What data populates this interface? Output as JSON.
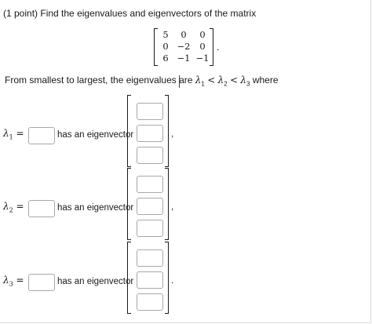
{
  "problem": {
    "points": "(1 point)",
    "statement": "Find the eigenvalues and eigenvectors of the matrix"
  },
  "matrix": {
    "rows": [
      [
        "5",
        "0",
        "0"
      ],
      [
        "0",
        "−2",
        "0"
      ],
      [
        "6",
        "−1",
        "−1"
      ]
    ],
    "end_punct": "."
  },
  "ordering": {
    "prefix": "From smallest to largest, the eigenvalues are",
    "l1": "λ",
    "s1": "1",
    "lt1": "<",
    "l2": "λ",
    "s2": "2",
    "lt2": "<",
    "l3": "λ",
    "s3": "3",
    "suffix": "where"
  },
  "eigen": [
    {
      "symbol": "λ",
      "sub": "1",
      "eq": "=",
      "label": "has an eigenvector",
      "punct": ","
    },
    {
      "symbol": "λ",
      "sub": "2",
      "eq": "=",
      "label": "has an eigenvector",
      "punct": ","
    },
    {
      "symbol": "λ",
      "sub": "3",
      "eq": "=",
      "label": "has an eigenvector",
      "punct": "."
    }
  ]
}
